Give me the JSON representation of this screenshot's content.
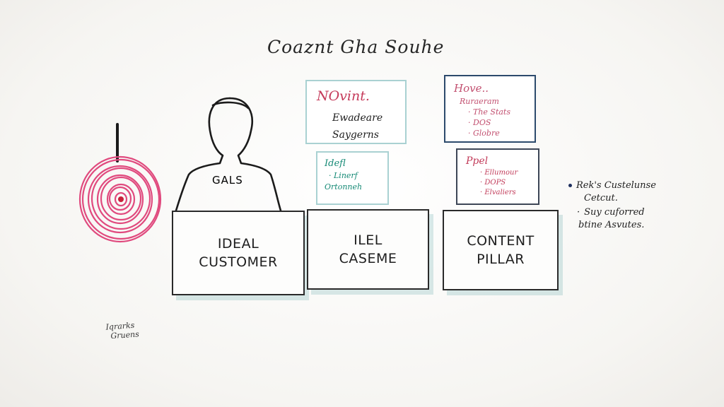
{
  "title": "Coaznt Gha Souhe",
  "person": {
    "label": "GALS"
  },
  "boxes": [
    {
      "line1": "IDEAL",
      "line2": "CUSTOMER"
    },
    {
      "line1": "ILEL",
      "line2": "CASEME"
    },
    {
      "line1": "CONTENT",
      "line2": "PILLAR"
    }
  ],
  "notes": {
    "top_center": {
      "heading": "NOvint.",
      "lines": [
        "Ewadeare",
        "Saygerns"
      ]
    },
    "top_right": {
      "heading": "Hove..",
      "lines": [
        "Ruraeram",
        "· The Stats",
        "· DOS",
        "· Globre"
      ]
    },
    "mid_center": {
      "heading": "Idefl",
      "lines": [
        "· Linerf",
        "Ortonneh"
      ]
    },
    "mid_right": {
      "heading": "Ppel",
      "lines": [
        "· Ellumour",
        "· DOPS",
        "· Elvaliers"
      ]
    }
  },
  "side_notes": [
    "Rek's Custelunse",
    "Cetcut.",
    "Suy cuforred",
    "btine Asvutes."
  ],
  "signature": [
    "Iqrarks",
    "Gruens"
  ],
  "colors": {
    "target": "#e04a7e",
    "teal": "#a9d1d2",
    "navy": "#2c4a6c",
    "ink": "#1e1e1e"
  }
}
